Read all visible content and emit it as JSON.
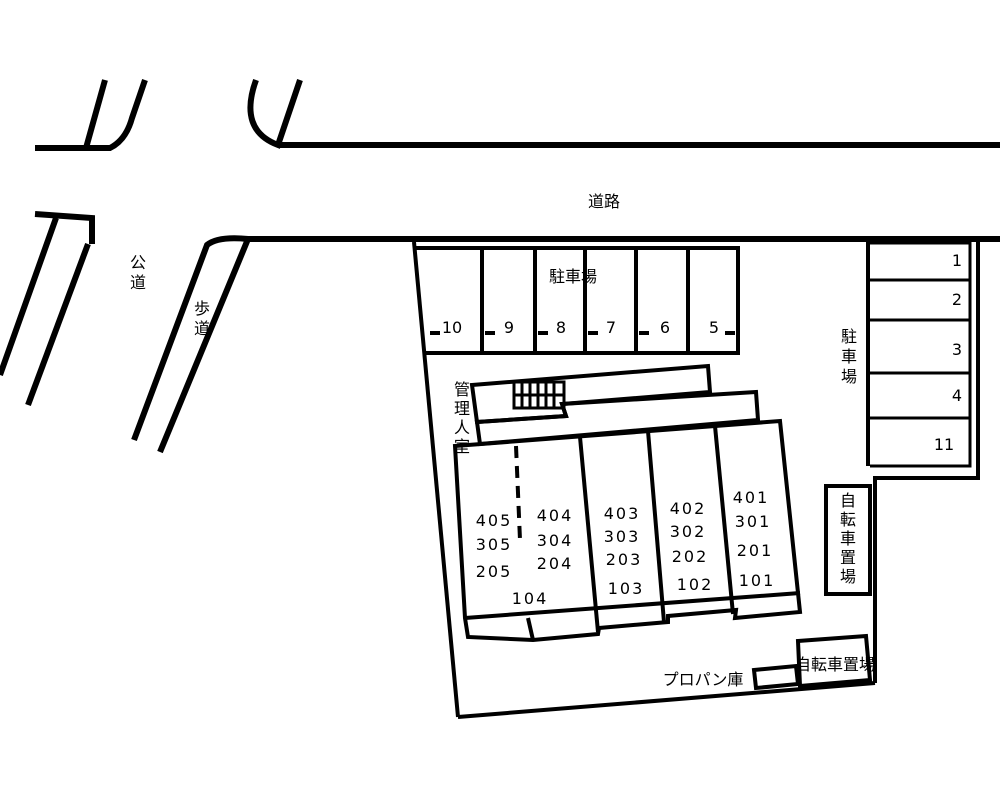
{
  "labels": {
    "road": "道路",
    "public_road": [
      "公",
      "道"
    ],
    "sidewalk": [
      "歩",
      "道"
    ],
    "parking_top": "駐車場",
    "parking_right": [
      "駐",
      "車",
      "場"
    ],
    "manager_room": [
      "管",
      "理",
      "人",
      "室"
    ],
    "bicycle_right": [
      "自",
      "転",
      "車",
      "置",
      "場"
    ],
    "bicycle_bottom": "自転車置場",
    "propane": "プロパン庫"
  },
  "parking_top_spaces": [
    "10",
    "9",
    "8",
    "7",
    "6",
    "5"
  ],
  "parking_right_spaces": [
    "1",
    "2",
    "3",
    "4",
    "11"
  ],
  "unit_columns": [
    [
      "405",
      "305",
      "205"
    ],
    [
      "404",
      "304",
      "204",
      "104"
    ],
    [
      "403",
      "303",
      "203",
      "103"
    ],
    [
      "402",
      "302",
      "202",
      "102"
    ],
    [
      "401",
      "301",
      "201",
      "101"
    ]
  ]
}
